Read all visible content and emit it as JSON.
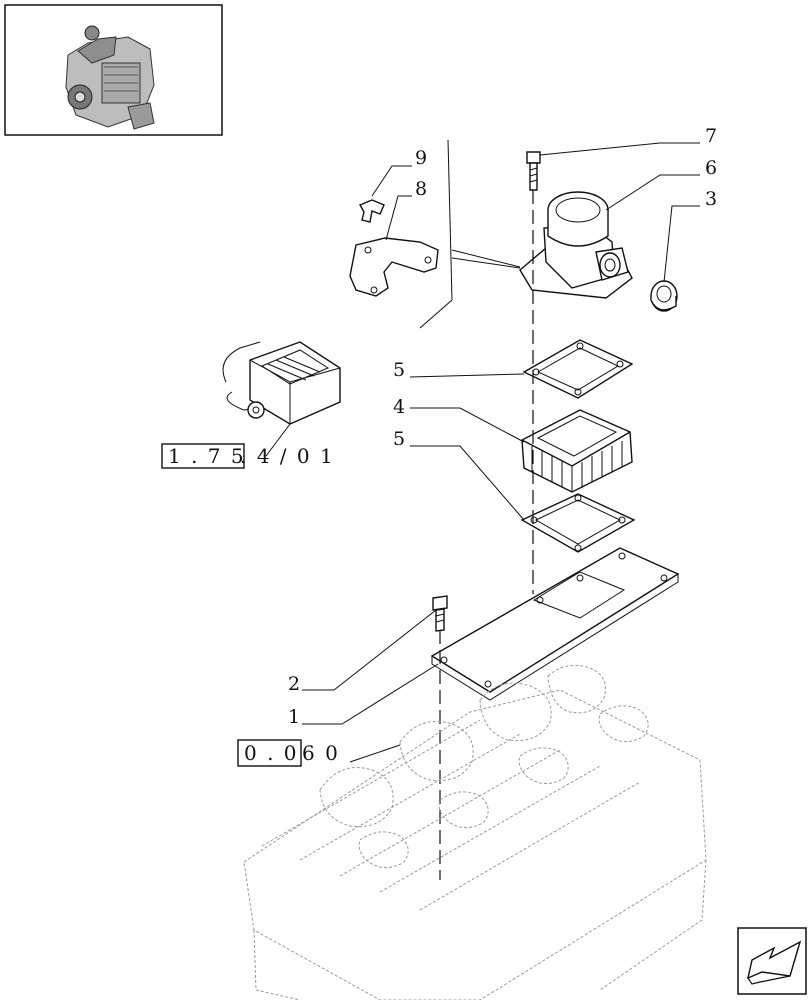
{
  "callouts": {
    "c7": "7",
    "c6": "6",
    "c3": "3",
    "c9": "9",
    "c8": "8",
    "c5a": "5",
    "c4": "4",
    "c5b": "5",
    "c2": "2",
    "c1": "1"
  },
  "references": {
    "heater_ref": {
      "boxed": "1 . 7 5",
      "suffix": ". 4 / 0 1"
    },
    "head_ref": {
      "boxed": "0 . 0",
      "suffix": "6   0"
    }
  },
  "icons": {
    "thumbnail": "engine-thumbnail-icon",
    "nav": "next-page-arrow-icon"
  }
}
